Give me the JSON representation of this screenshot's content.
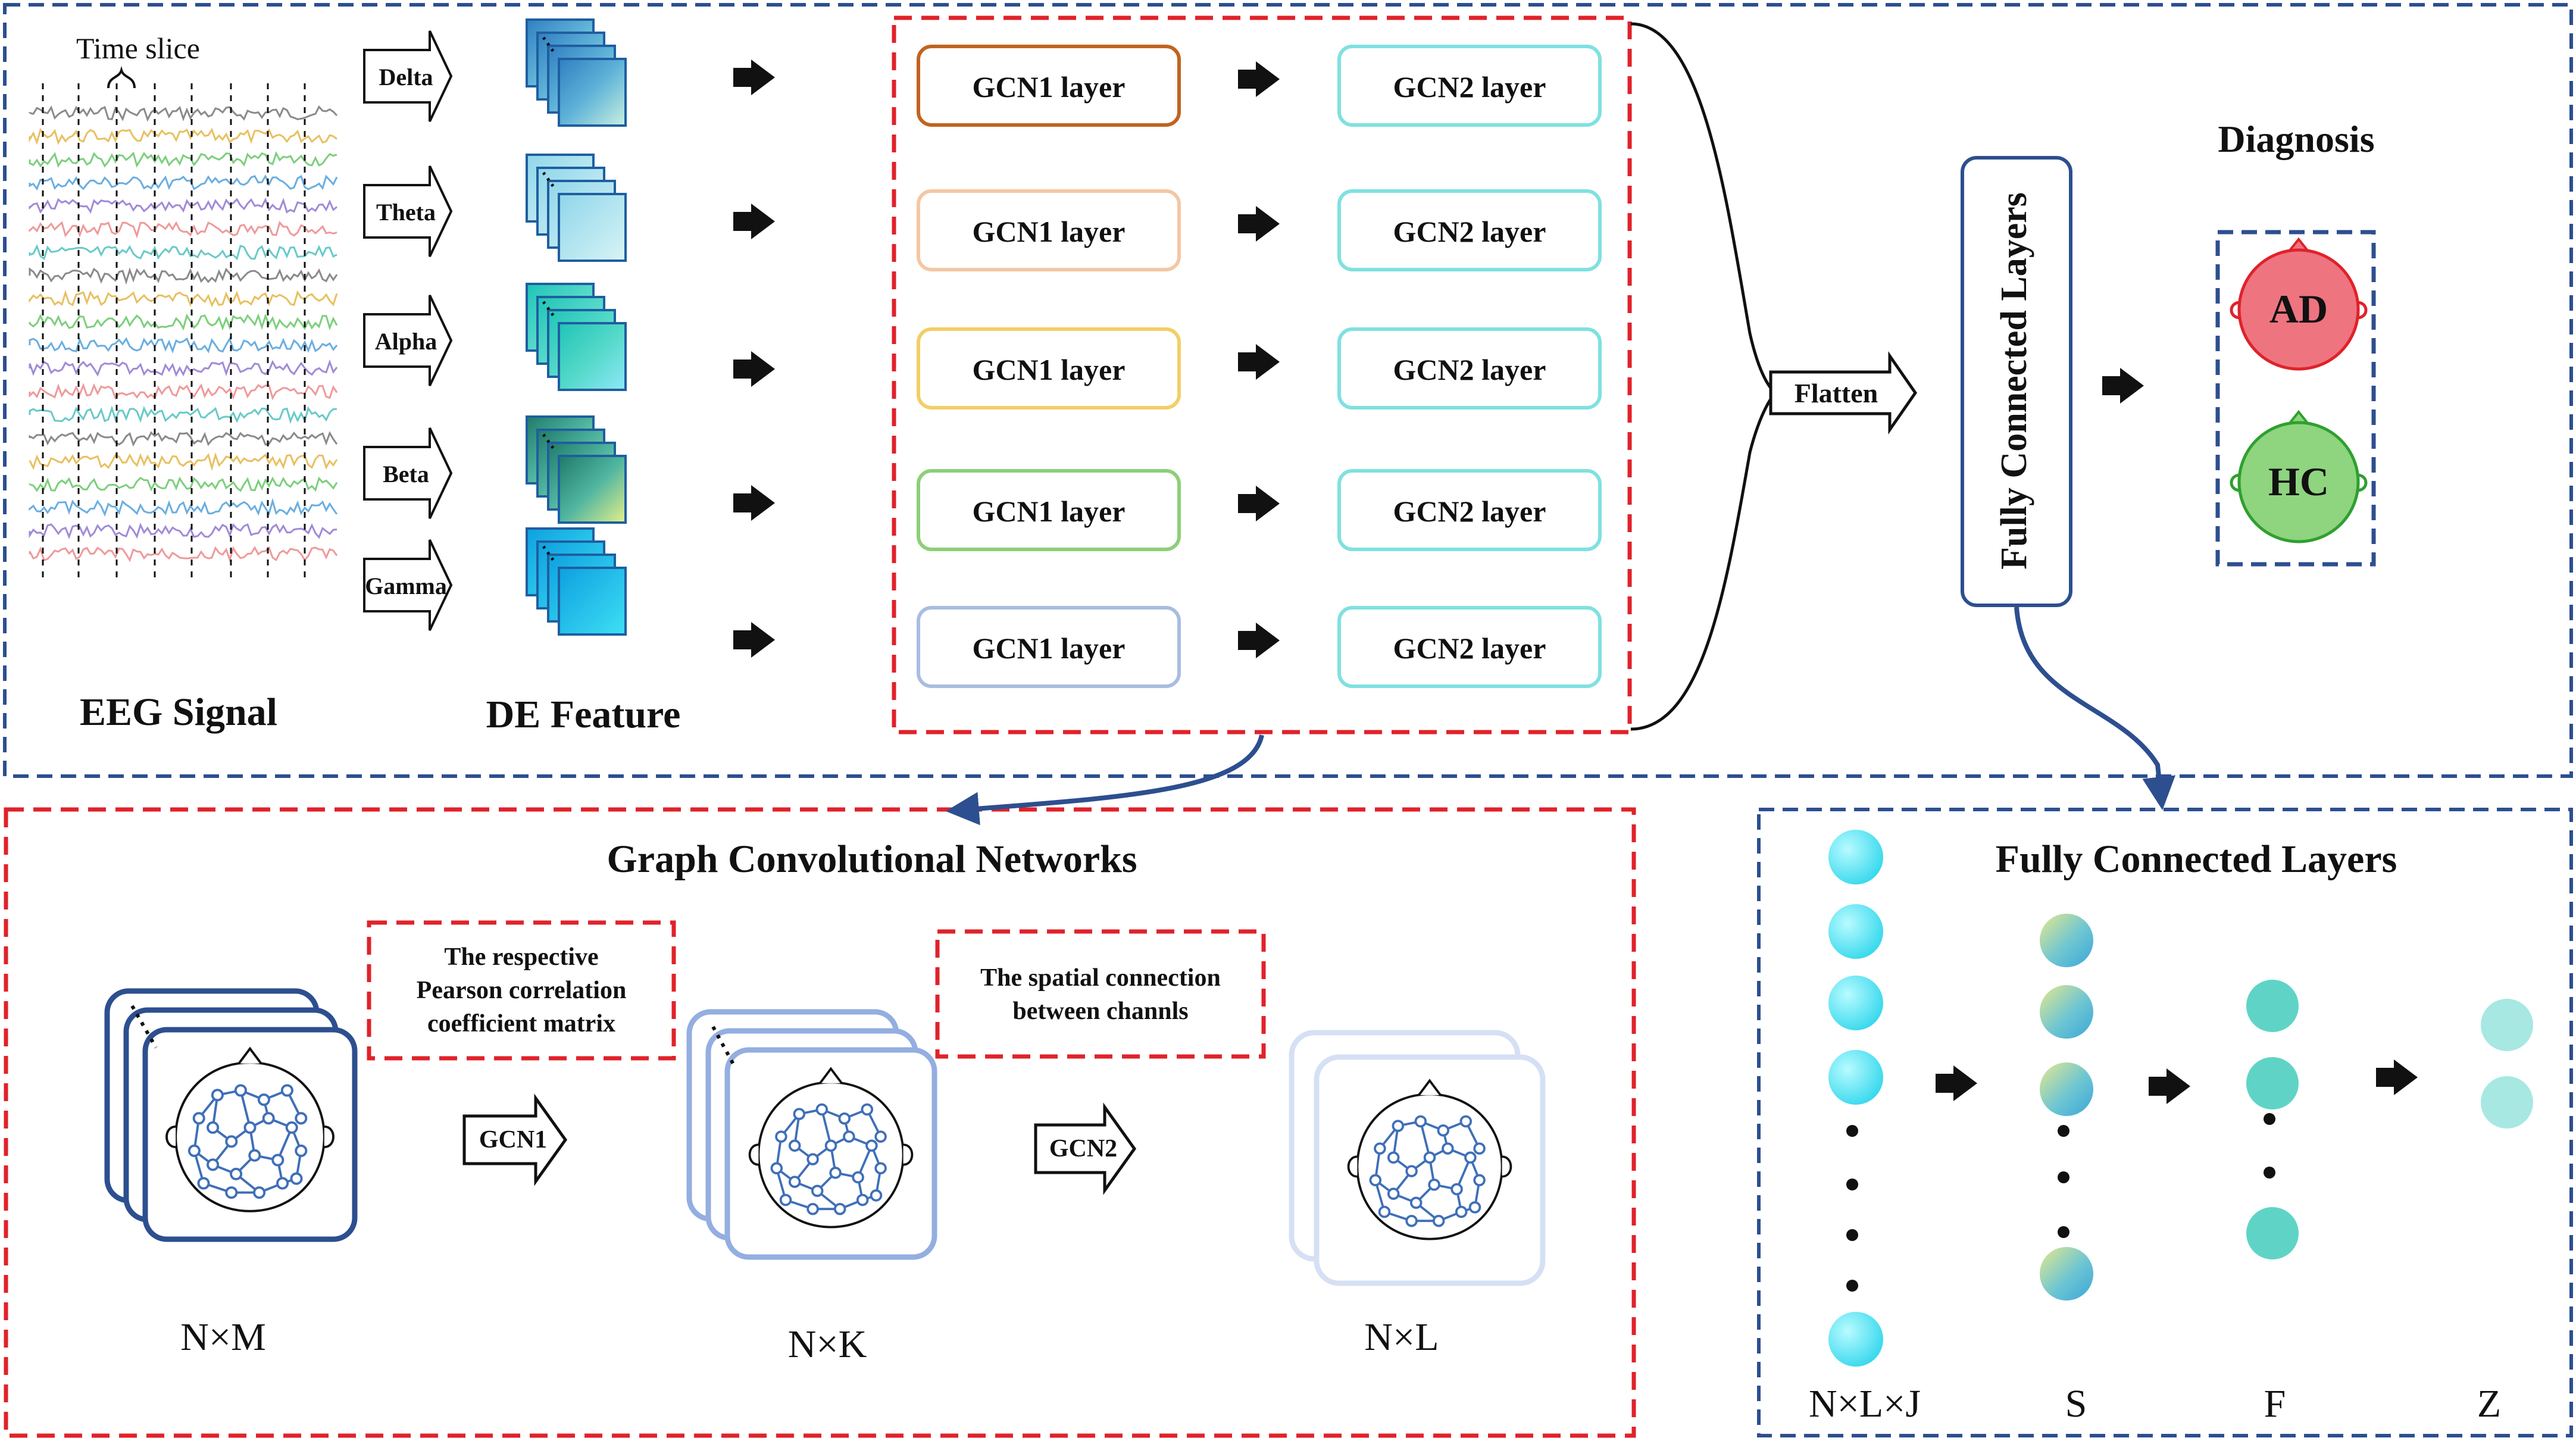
{
  "eeg": {
    "time_slice": "Time slice",
    "title": "EEG Signal"
  },
  "bands": [
    "Delta",
    "Theta",
    "Alpha",
    "Beta",
    "Gamma"
  ],
  "de_feature": "DE Feature",
  "gcn_rows": [
    {
      "gcn1": "GCN1 layer",
      "gcn2": "GCN2 layer"
    },
    {
      "gcn1": "GCN1 layer",
      "gcn2": "GCN2 layer"
    },
    {
      "gcn1": "GCN1 layer",
      "gcn2": "GCN2 layer"
    },
    {
      "gcn1": "GCN1 layer",
      "gcn2": "GCN2 layer"
    },
    {
      "gcn1": "GCN1 layer",
      "gcn2": "GCN2 layer"
    }
  ],
  "flatten": "Flatten",
  "fc_vertical": "Fully Connected Layers",
  "diagnosis": {
    "title": "Diagnosis",
    "classes": [
      "AD",
      "HC"
    ]
  },
  "gcn_panel": {
    "title": "Graph Convolutional Networks",
    "note1": [
      "The respective",
      "Pearson correlation",
      "coefficient matrix"
    ],
    "note2": [
      "The spatial connection",
      "between channls"
    ],
    "step1": "GCN1",
    "step2": "GCN2",
    "dims": [
      "N×M",
      "N×K",
      "N×L"
    ]
  },
  "fc_panel": {
    "title": "Fully Connected Layers",
    "labels": [
      "N×L×J",
      "S",
      "F",
      "Z"
    ]
  },
  "colors": {
    "blue_dash": "#2d4f8f",
    "red_dash": "#e0222a",
    "gcn1_borders": [
      "#c0641e",
      "#f4c7a4",
      "#f2cf66",
      "#8dcf78",
      "#a8bde0"
    ],
    "gcn2_border": "#7fe1e0",
    "ad": "#ee7480",
    "hc": "#8fd47f",
    "eeg_traces": [
      "#8a8a8a",
      "#e8c060",
      "#7ccf7c",
      "#6aaee0",
      "#a08ad8",
      "#ee9a9a",
      "#69c9c9"
    ]
  },
  "icons": [
    "arrow-right-icon",
    "chevron-arrow-icon",
    "brain-graph-icon",
    "head-icon"
  ]
}
